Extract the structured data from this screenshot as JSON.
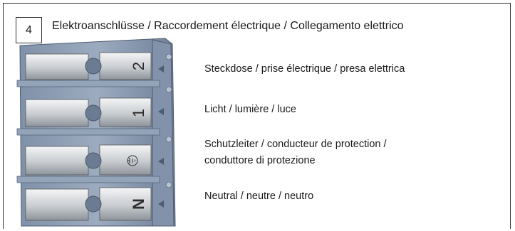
{
  "step": {
    "number": "4"
  },
  "title": "Elektroanschlüsse / Raccordement électrique / Collegamento elettrico",
  "terminals": [
    {
      "marking": "2",
      "description": [
        "Steckdose / prise électrique / presa elettrica"
      ]
    },
    {
      "marking": "1",
      "description": [
        "Licht / lumière / luce"
      ]
    },
    {
      "marking": "",
      "description": [
        "Schutzleiter / conducteur de protection /",
        "conduttore di protezione"
      ]
    },
    {
      "marking": "N",
      "description": [
        "Neutral / neutre / neutro"
      ]
    }
  ],
  "colors": {
    "housing": "#8f9fb4",
    "housing_dark": "#5f6f86",
    "clip": "#c9ccd0",
    "outline": "#333333"
  }
}
